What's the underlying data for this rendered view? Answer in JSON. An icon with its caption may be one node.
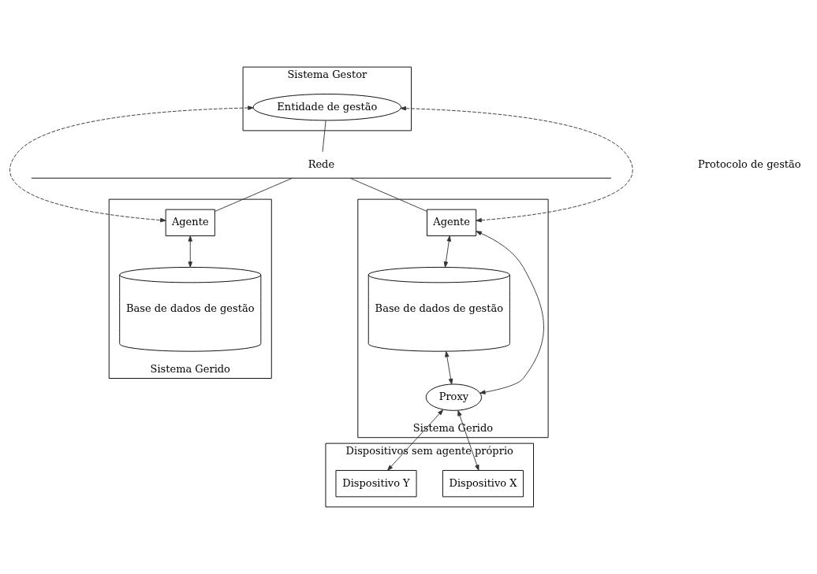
{
  "diagram": {
    "nodes": [
      {
        "text": [
          "Sistema Gestor"
        ]
      },
      {
        "text": [
          "Entidade de gestão"
        ],
        "in": 0
      },
      {
        "text": [
          "Rede"
        ]
      },
      {
        "text": [
          "Sistema Gerido"
        ]
      },
      {
        "text": [
          "Agente"
        ],
        "in": 3
      },
      {
        "text": [
          "Base de dados de gestão"
        ],
        "in": 3
      },
      {
        "text": [
          "Sistema Gerido"
        ]
      },
      {
        "text": [
          "Agente"
        ],
        "in": 6
      },
      {
        "text": [
          "Base de dados de gestão"
        ],
        "in": 6
      },
      {
        "text": [
          "Proxy"
        ],
        "in": 6
      },
      {
        "text": [
          "Dispositivos sem agente próprio"
        ]
      },
      {
        "text": [
          "Dispositivo X"
        ],
        "in": 10
      },
      {
        "text": [
          "Dispositivo Y"
        ],
        "in": 10
      }
    ],
    "edges": [
      {
        "from": 1,
        "to": 2,
        "arrow": "none"
      },
      {
        "from": 2,
        "to": 4,
        "arrow": "none"
      },
      {
        "from": 2,
        "to": 7,
        "arrow": "none"
      },
      {
        "from": 1,
        "to": 4,
        "arrow": "both",
        "style": "dashed"
      },
      {
        "from": 1,
        "to": 7,
        "arrow": "both",
        "style": "dashed"
      },
      {
        "from": 4,
        "to": 5,
        "arrow": "both"
      },
      {
        "from": 7,
        "to": 8,
        "arrow": "both"
      },
      {
        "from": 7,
        "to": 9,
        "arrow": "both"
      },
      {
        "from": 8,
        "to": 9,
        "arrow": "both"
      },
      {
        "from": 9,
        "to": 11,
        "arrow": "both"
      },
      {
        "from": 9,
        "to": 12,
        "arrow": "both"
      }
    ],
    "labels": [
      "Protocolo de gestão"
    ]
  }
}
